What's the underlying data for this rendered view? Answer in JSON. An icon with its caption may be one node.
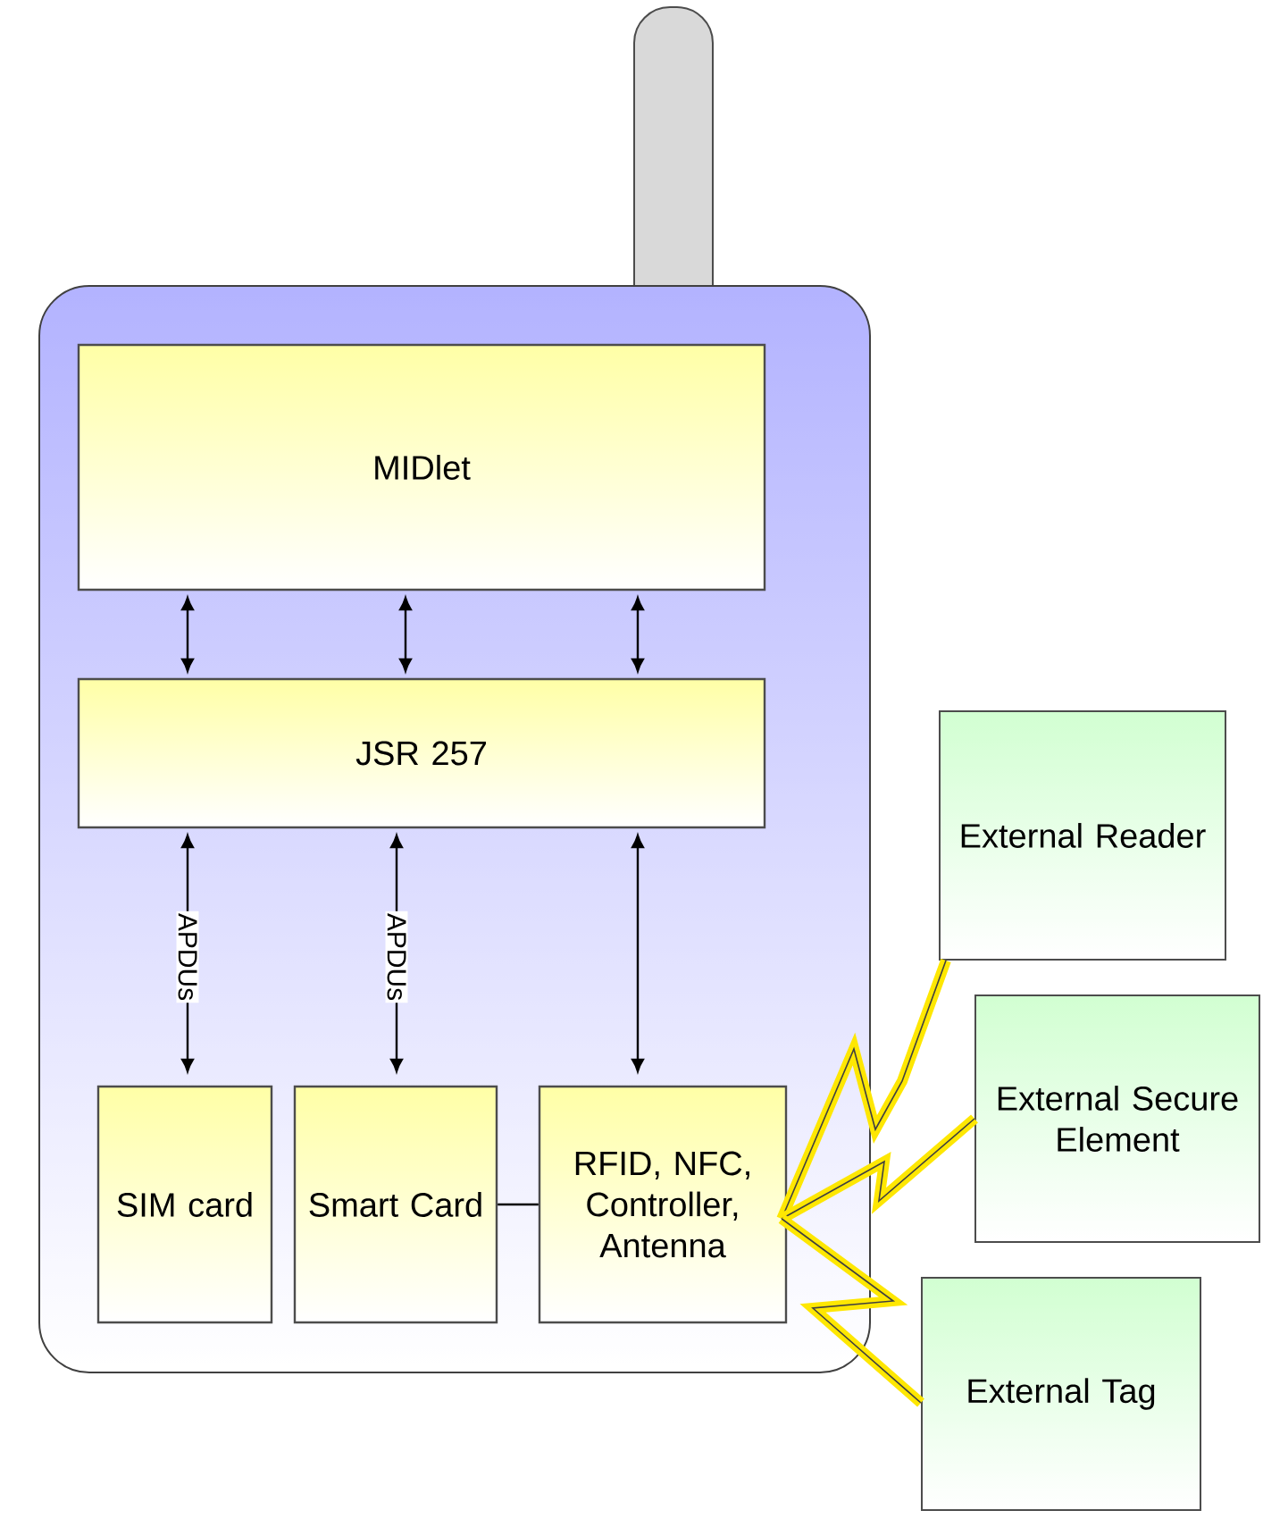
{
  "diagram": {
    "nodes": [
      {
        "text": [],
        "shape": "box"
      },
      {
        "text": [
          "MIDlet"
        ],
        "in": 0
      },
      {
        "text": [
          "JSR 257"
        ],
        "in": 0
      },
      {
        "text": [
          "SIM card"
        ],
        "in": 0
      },
      {
        "text": [
          "Smart Card"
        ],
        "in": 0
      },
      {
        "text": [
          "RFID, NFC, Controller, Antenna"
        ],
        "in": 0
      },
      {
        "text": [
          "External Reader"
        ]
      },
      {
        "text": [
          "External Secure Element"
        ]
      },
      {
        "text": [
          "External Tag"
        ]
      }
    ],
    "edges": [
      {
        "from": 1,
        "to": 2,
        "arrow": "both"
      },
      {
        "from": 1,
        "to": 2,
        "arrow": "both"
      },
      {
        "from": 1,
        "to": 2,
        "arrow": "both"
      },
      {
        "from": 2,
        "to": 3,
        "arrow": "both",
        "label": "APDUs"
      },
      {
        "from": 2,
        "to": 4,
        "arrow": "both",
        "label": "APDUs"
      },
      {
        "from": 2,
        "to": 5,
        "arrow": "both"
      },
      {
        "from": 4,
        "to": 5,
        "arrow": "none"
      },
      {
        "from": 5,
        "to": 6,
        "arrow": "none",
        "style": "thick",
        "color": "#fee702"
      },
      {
        "from": 5,
        "to": 7,
        "arrow": "none",
        "style": "thick",
        "color": "#fee702"
      },
      {
        "from": 5,
        "to": 8,
        "arrow": "none",
        "style": "thick",
        "color": "#fee702"
      }
    ]
  }
}
